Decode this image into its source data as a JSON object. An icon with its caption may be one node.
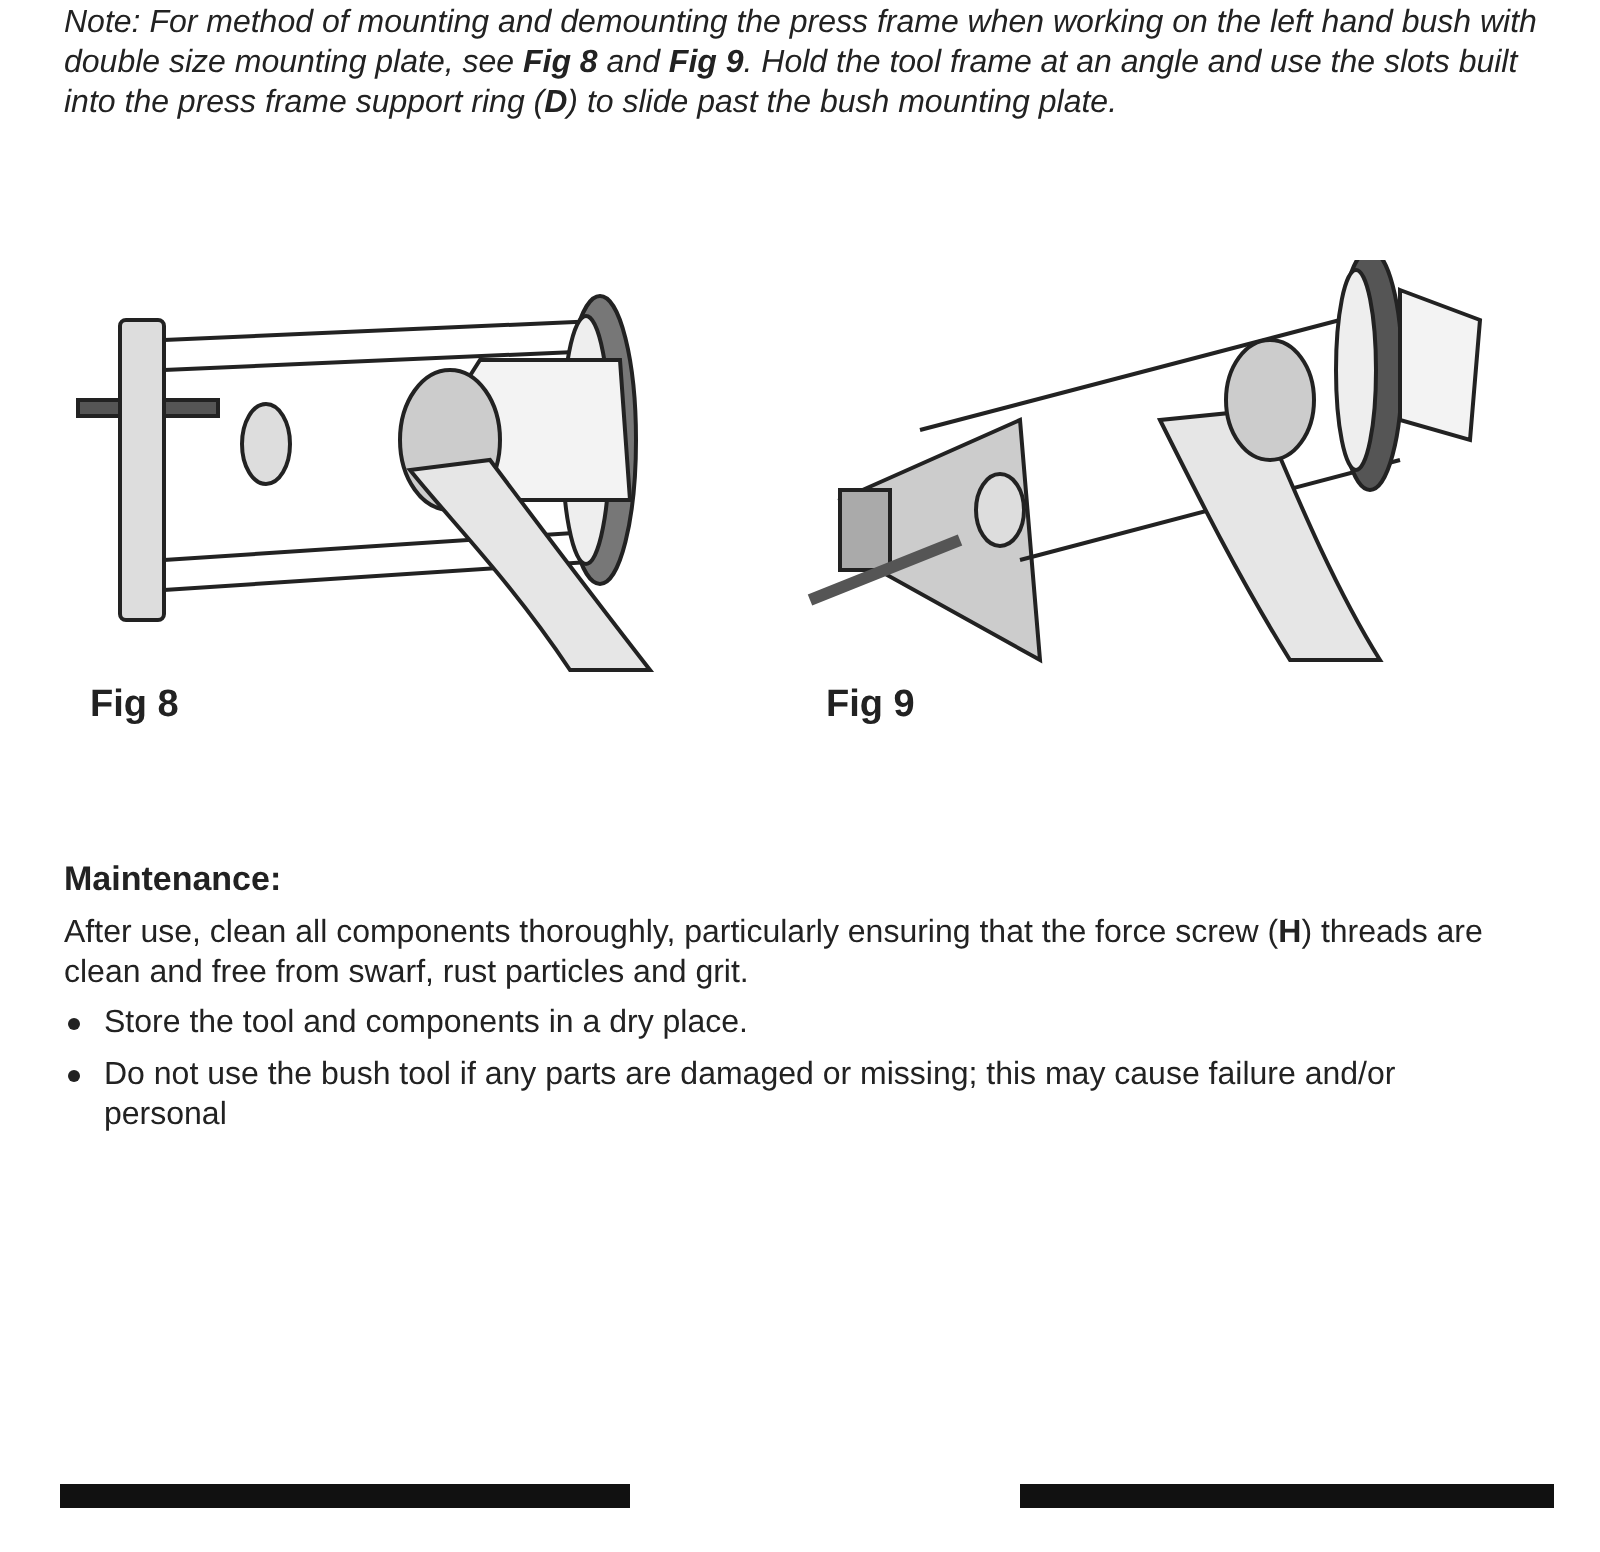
{
  "diagram": {
    "labels": [
      "Note: For method of mounting and demounting the press frame when working on the left hand bush with double size mounting plate, see **Fig 8** and **Fig 9**. Hold the tool frame at an angle and use the slots built into the press frame support ring (**D**) to slide past the bush mounting plate.",
      "Fig 8",
      "Fig 9",
      "Maintenance:",
      "After use, clean all components thoroughly, particularly ensuring that the force screw (**H**) threads are clean and free from swarf, rust particles and grit.",
      "Store the tool and components in a dry place.",
      "Do not use the bush tool if any parts are damaged or missing; this may cause failure and/or personal"
    ]
  }
}
